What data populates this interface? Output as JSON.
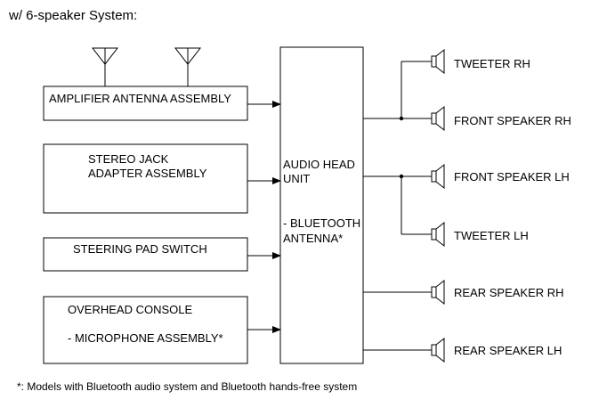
{
  "title": "w/ 6-speaker System:",
  "inputs": {
    "amplifier_antenna": "AMPLIFIER ANTENNA ASSEMBLY",
    "stereo_jack_line1": "STEREO JACK",
    "stereo_jack_line2": "ADAPTER ASSEMBLY",
    "steering_pad": "STEERING PAD SWITCH",
    "overhead_line1": "OVERHEAD CONSOLE",
    "overhead_line2": "- MICROPHONE ASSEMBLY*"
  },
  "head_unit": {
    "line1": "AUDIO HEAD",
    "line2": "UNIT",
    "line3": "- BLUETOOTH",
    "line4": "ANTENNA*"
  },
  "speakers": [
    {
      "label": "TWEETER RH"
    },
    {
      "label": "FRONT SPEAKER RH"
    },
    {
      "label": "FRONT SPEAKER LH"
    },
    {
      "label": "TWEETER LH"
    },
    {
      "label": "REAR SPEAKER RH"
    },
    {
      "label": "REAR SPEAKER LH"
    }
  ],
  "footnote": "*: Models with Bluetooth audio system and Bluetooth hands-free system"
}
